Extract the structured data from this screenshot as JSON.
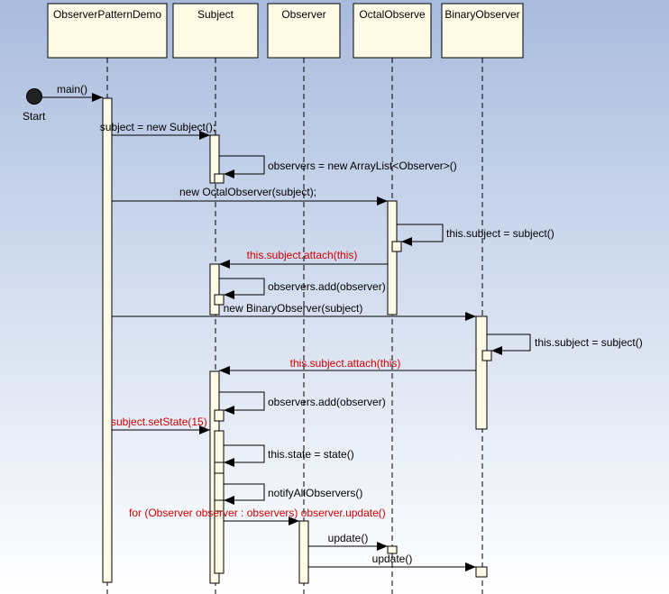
{
  "diagram": {
    "colors": {
      "head_fill": "#fffbe6",
      "act_fill": "#fffbe6",
      "stroke": "#000000",
      "red": "#cc0000"
    },
    "participants": [
      {
        "id": "demo",
        "label": "ObserverPatternDemo"
      },
      {
        "id": "subject",
        "label": "Subject"
      },
      {
        "id": "observer",
        "label": "Observer"
      },
      {
        "id": "octal",
        "label": "OctalObserve"
      },
      {
        "id": "binary",
        "label": "BinaryObserver"
      }
    ],
    "start_label": "Start",
    "messages": [
      {
        "from": "start",
        "to": "demo",
        "label": "main()",
        "color": "black"
      },
      {
        "from": "demo",
        "to": "subject",
        "label": "subject = new Subject();",
        "color": "black"
      },
      {
        "from": "subject",
        "to": "subject",
        "label": "observers = new ArrayList<Observer>()",
        "color": "black"
      },
      {
        "from": "demo",
        "to": "octal",
        "label": "new OctalObserver(subject);",
        "color": "black"
      },
      {
        "from": "octal",
        "to": "octal",
        "label": "this.subject = subject()",
        "color": "black"
      },
      {
        "from": "octal",
        "to": "subject",
        "label": "this.subject.attach(this)",
        "color": "red"
      },
      {
        "from": "subject",
        "to": "subject",
        "label": "observers.add(observer)",
        "color": "black"
      },
      {
        "from": "demo",
        "to": "binary",
        "label": "new BinaryObserver(subject)",
        "color": "black"
      },
      {
        "from": "binary",
        "to": "binary",
        "label": "this.subject = subject()",
        "color": "black"
      },
      {
        "from": "binary",
        "to": "subject",
        "label": "this.subject.attach(this)",
        "color": "red"
      },
      {
        "from": "subject",
        "to": "subject",
        "label": "observers.add(observer)",
        "color": "black"
      },
      {
        "from": "demo",
        "to": "subject",
        "label": "subject.setState(15)",
        "color": "red"
      },
      {
        "from": "subject",
        "to": "subject",
        "label": "this.state = state()",
        "color": "black"
      },
      {
        "from": "subject",
        "to": "subject",
        "label": "notifyAllObservers()",
        "color": "black"
      },
      {
        "from": "subject",
        "to": "observer",
        "label": "for (Observer observer : observers) observer.update()",
        "color": "red"
      },
      {
        "from": "observer",
        "to": "octal",
        "label": "update()",
        "color": "black"
      },
      {
        "from": "observer",
        "to": "binary",
        "label": "update()",
        "color": "black"
      }
    ]
  }
}
